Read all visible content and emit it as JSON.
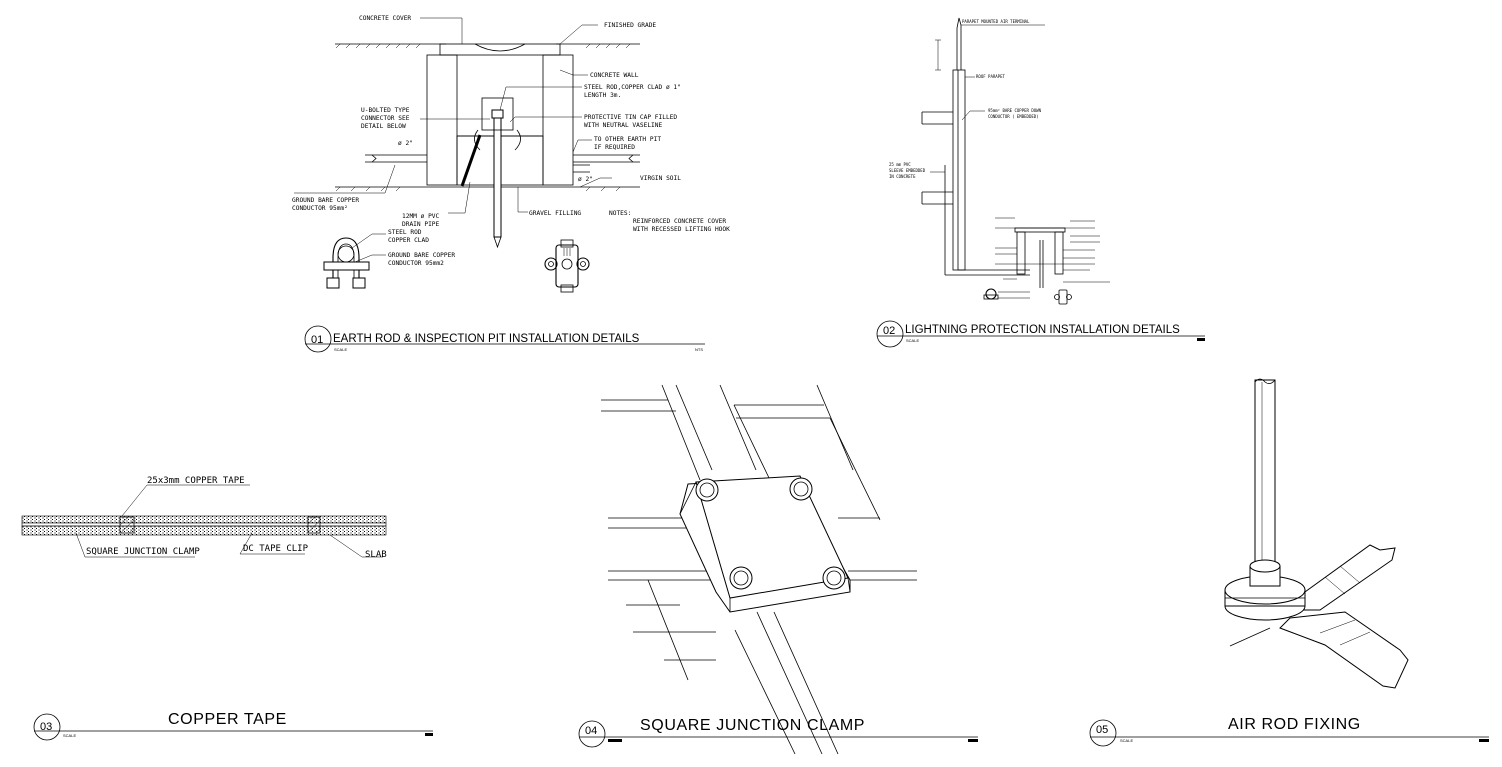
{
  "detail01": {
    "number": "01",
    "title": "EARTH ROD & INSPECTION PIT INSTALLATION DETAILS",
    "scale_label": "SCALE",
    "scale_value": "NTS",
    "labels": {
      "concrete_cover": "CONCRETE COVER",
      "finished_grade": "FINISHED GRADE",
      "concrete_wall": "CONCRETE WALL",
      "steel_rod_1": "STEEL ROD,COPPER CLAD ø 1\"",
      "steel_rod_2": "LENGTH 3m.",
      "ubolted_1": "U-BOLTED TYPE",
      "ubolted_2": "CONNECTOR SEE",
      "ubolted_3": "DETAIL BELOW",
      "tin_cap_1": "PROTECTIVE TIN CAP FILLED",
      "tin_cap_2": "WITH NEUTRAL VASELINE",
      "other_pit_1": "TO OTHER EARTH PIT",
      "other_pit_2": "IF REQUIRED",
      "dia_left": "ø 2\"",
      "dia_right": "ø 2\"",
      "virgin_soil": "VIRGIN SOIL",
      "ground_cond_1": "GROUND BARE COPPER",
      "ground_cond_2": "CONDUCTOR 95mm²",
      "pvc_1": "12MM ø PVC",
      "pvc_2": "DRAIN PIPE",
      "gravel": "GRAVEL FILLING",
      "notes": "NOTES:",
      "note_1": "REINFORCED CONCRETE COVER",
      "note_2": "WITH RECESSED LIFTING HOOK",
      "clamp_rod_1": "STEEL ROD",
      "clamp_rod_2": "COPPER CLAD",
      "clamp_cond_1": "GROUND BARE COPPER",
      "clamp_cond_2": "CONDUCTOR 95mm2"
    }
  },
  "detail02": {
    "number": "02",
    "title": "LIGHTNING PROTECTION INSTALLATION DETAILS",
    "scale_label": "SCALE",
    "labels": {
      "terminal": "PARAPET MOUNTED AIR TERMINAL",
      "roof_parapet": "ROOF PARAPET",
      "down_1": "95mm² BARE COPPER DOWN",
      "down_2": "CONDUCTOR ( EMBEDDED)",
      "pvc_1": "25 mm PVC",
      "pvc_2": "SLEEVE EMBEDDED",
      "pvc_3": "IN CONCRETE"
    }
  },
  "detail03": {
    "number": "03",
    "title": "COPPER TAPE",
    "scale_label": "SCALE",
    "labels": {
      "tape": "25x3mm COPPER TAPE",
      "clamp": "SQUARE JUNCTION CLAMP",
      "clip": "DC TAPE CLIP",
      "slab": "SLAB"
    }
  },
  "detail04": {
    "number": "04",
    "title": "SQUARE JUNCTION CLAMP"
  },
  "detail05": {
    "number": "05",
    "title": "AIR ROD FIXING",
    "scale_label": "SCALE"
  }
}
